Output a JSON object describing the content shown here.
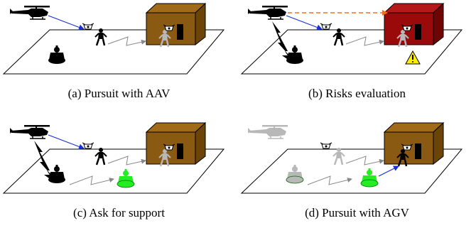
{
  "panels": [
    {
      "id": "a",
      "caption": "(a) Pursuit with AAV",
      "building_color": "#8b5a12",
      "building_top": "#a06a18",
      "building_side": "#6b4408",
      "warning": false,
      "dashed_link": false,
      "agv_state": "idle",
      "agv_ghost": false,
      "heli_ghost": false,
      "drone_to_target": true,
      "comm_beam": false,
      "agv_green": false,
      "agv_pursuit": false
    },
    {
      "id": "b",
      "caption": "(b) Risks evaluation",
      "building_color": "#9b0a0a",
      "building_top": "#b51818",
      "building_side": "#6e0404",
      "warning": true,
      "dashed_link": true,
      "agv_state": "idle",
      "agv_ghost": false,
      "heli_ghost": false,
      "drone_to_target": true,
      "comm_beam": true,
      "agv_green": false,
      "agv_pursuit": false
    },
    {
      "id": "c",
      "caption": "(c) Ask for support",
      "building_color": "#8b5a12",
      "building_top": "#a06a18",
      "building_side": "#6b4408",
      "warning": false,
      "dashed_link": false,
      "agv_state": "support",
      "agv_ghost": false,
      "heli_ghost": false,
      "drone_to_target": true,
      "comm_beam": true,
      "agv_green": true,
      "agv_pursuit": false
    },
    {
      "id": "d",
      "caption": "(d) Pursuit with AGV",
      "building_color": "#8b5a12",
      "building_top": "#a06a18",
      "building_side": "#6b4408",
      "warning": false,
      "dashed_link": false,
      "agv_state": "pursuit",
      "agv_ghost": true,
      "heli_ghost": true,
      "drone_to_target": false,
      "comm_beam": false,
      "agv_green": true,
      "agv_pursuit": true
    }
  ],
  "colors": {
    "arrow_blue": "#1a2fd8",
    "dashed_orange": "#f07020",
    "agv_green": "#22ee22",
    "ghost_gray": "#b8b8b8",
    "warning_yellow": "#ffee00"
  }
}
